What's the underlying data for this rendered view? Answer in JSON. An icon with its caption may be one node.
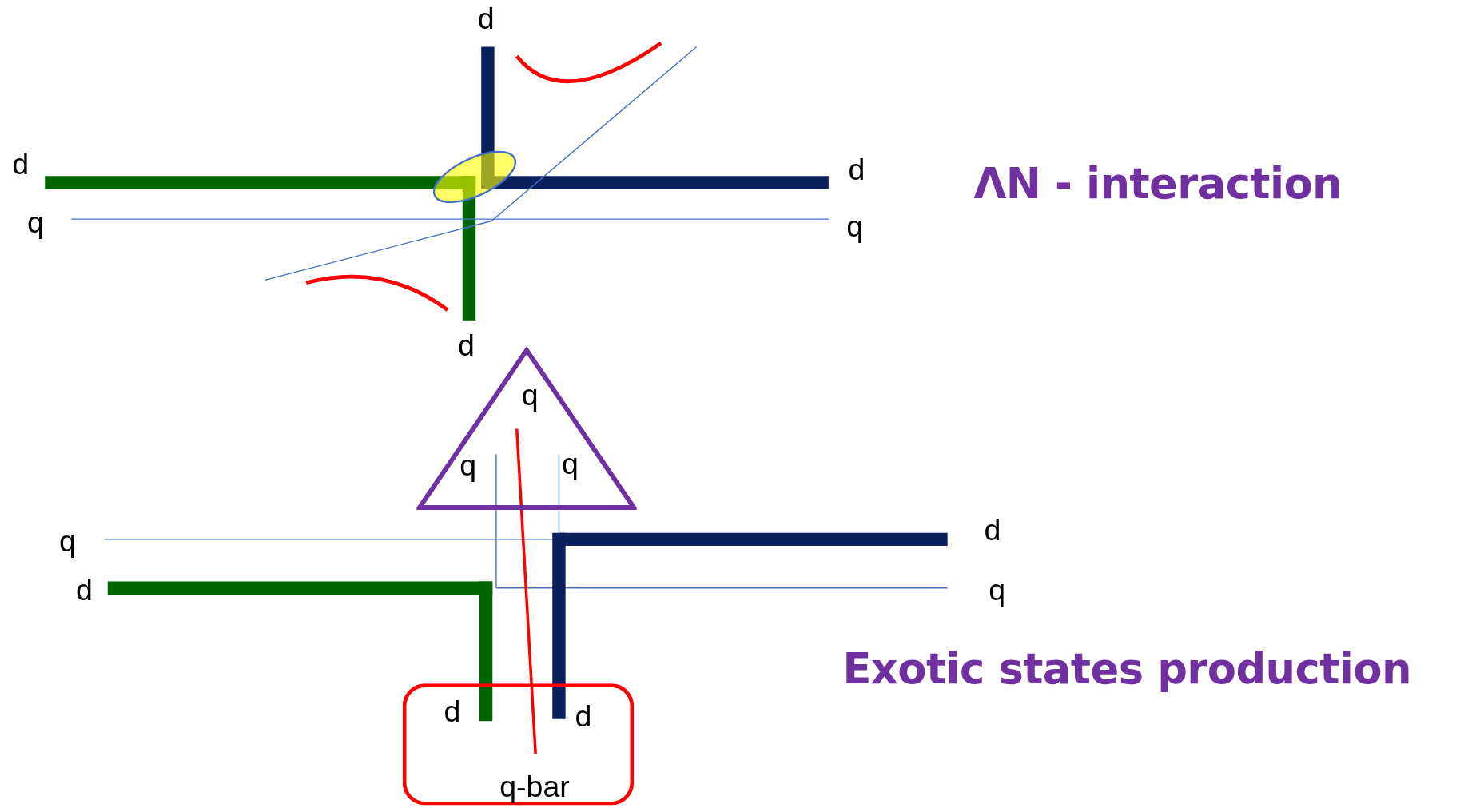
{
  "diagram": {
    "nodes": [
      {
        "text": [
          "q",
          "q",
          "q"
        ]
      },
      {
        "text": [
          "d",
          "d",
          "q-bar"
        ]
      }
    ],
    "edges": [],
    "labels": [
      "d",
      "d",
      "d",
      "ΛN - interaction",
      "q",
      "q",
      "d",
      "d",
      "q",
      "d",
      "q",
      "Exotic states production"
    ]
  }
}
